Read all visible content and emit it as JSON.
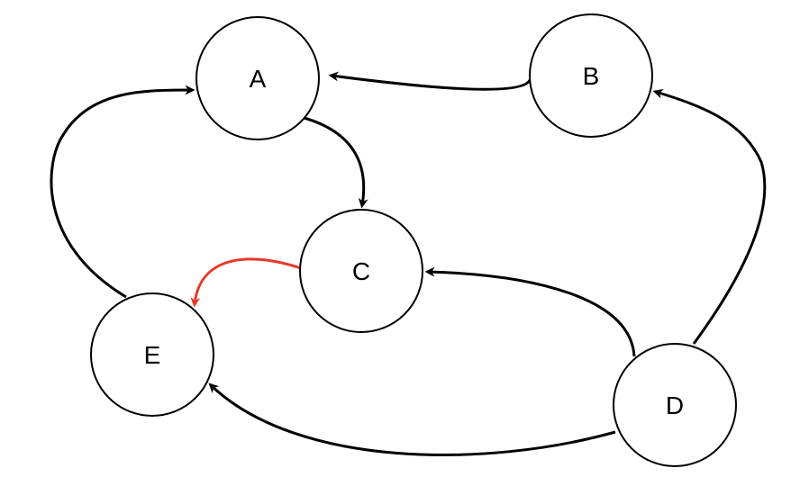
{
  "nodes": {
    "a": {
      "label": "A"
    },
    "b": {
      "label": "B"
    },
    "c": {
      "label": "C"
    },
    "d": {
      "label": "D"
    },
    "e": {
      "label": "E"
    }
  },
  "edges": [
    {
      "from": "B",
      "to": "A",
      "color": "#000000"
    },
    {
      "from": "A",
      "to": "C",
      "color": "#000000"
    },
    {
      "from": "C",
      "to": "E",
      "color": "#e8392a"
    },
    {
      "from": "E",
      "to": "A",
      "color": "#000000"
    },
    {
      "from": "D",
      "to": "C",
      "color": "#000000"
    },
    {
      "from": "D",
      "to": "B",
      "color": "#000000"
    },
    {
      "from": "D",
      "to": "E",
      "color": "#000000"
    }
  ],
  "colors": {
    "default_edge": "#000000",
    "highlight_edge": "#e8392a",
    "node_stroke": "#000000",
    "node_fill": "#ffffff"
  }
}
